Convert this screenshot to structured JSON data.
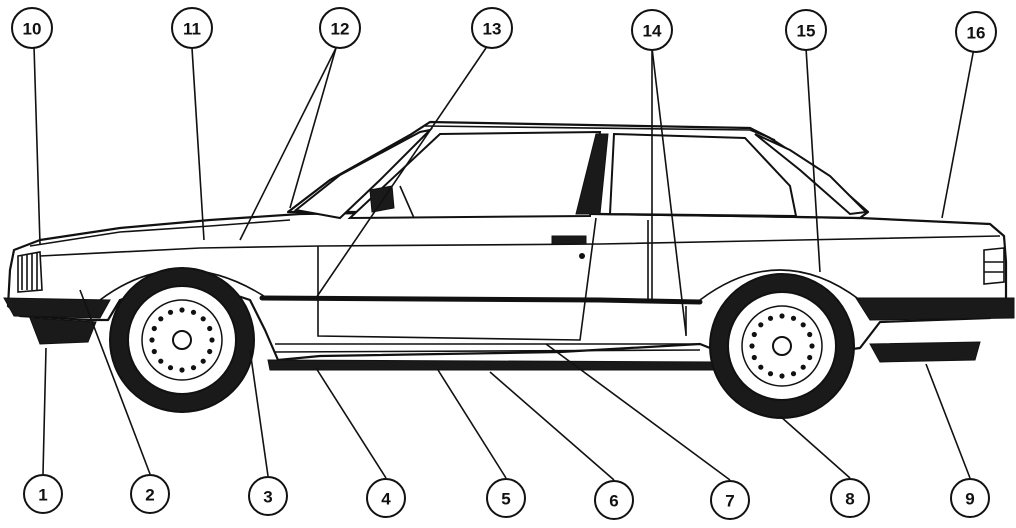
{
  "diagram": {
    "callouts": [
      {
        "id": "c1",
        "label": "1"
      },
      {
        "id": "c2",
        "label": "2"
      },
      {
        "id": "c3",
        "label": "3"
      },
      {
        "id": "c4",
        "label": "4"
      },
      {
        "id": "c5",
        "label": "5"
      },
      {
        "id": "c6",
        "label": "6"
      },
      {
        "id": "c7",
        "label": "7"
      },
      {
        "id": "c8",
        "label": "8"
      },
      {
        "id": "c9",
        "label": "9"
      },
      {
        "id": "c10",
        "label": "10"
      },
      {
        "id": "c11",
        "label": "11"
      },
      {
        "id": "c12",
        "label": "12"
      },
      {
        "id": "c13",
        "label": "13"
      },
      {
        "id": "c14",
        "label": "14"
      },
      {
        "id": "c15",
        "label": "15"
      },
      {
        "id": "c16",
        "label": "16"
      }
    ]
  },
  "colors": {
    "ink": "#111111",
    "paper": "#ffffff"
  }
}
